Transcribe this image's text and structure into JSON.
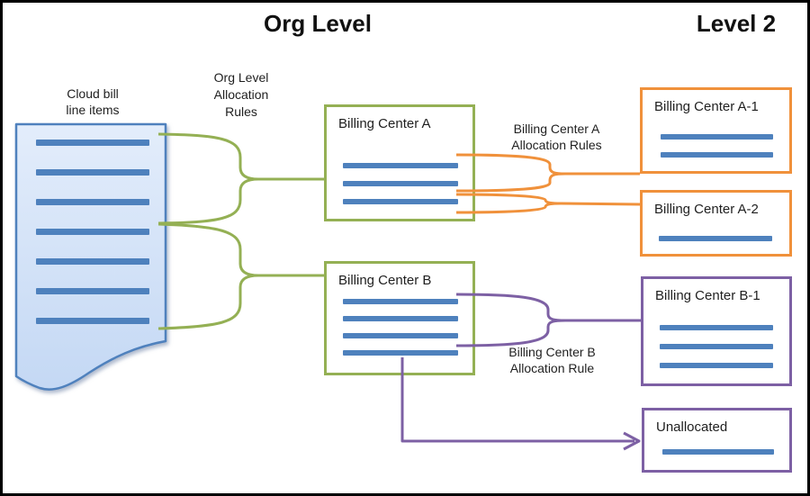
{
  "titles": {
    "org_level": "Org Level",
    "level_2": "Level 2"
  },
  "document": {
    "label": [
      "Cloud bill",
      "line items"
    ],
    "line_count": 7
  },
  "annotations": {
    "org_rules": [
      "Org Level",
      "Allocation",
      "Rules"
    ],
    "bc_a_rules": [
      "Billing Center A",
      "Allocation Rules"
    ],
    "bc_b_rule": [
      "Billing Center B",
      "Allocation Rule"
    ]
  },
  "boxes": {
    "bc_a": {
      "label": "Billing Center A",
      "line_count": 3
    },
    "bc_b": {
      "label": "Billing Center B",
      "line_count": 4
    },
    "bc_a1": {
      "label": "Billing Center A-1",
      "line_count": 2
    },
    "bc_a2": {
      "label": "Billing Center A-2",
      "line_count": 1
    },
    "bc_b1": {
      "label": "Billing Center B-1",
      "line_count": 3
    },
    "unallocated": {
      "label": "Unallocated",
      "line_count": 1
    }
  },
  "colors": {
    "green": "#94B054",
    "orange": "#F0913B",
    "purple": "#7D60A4",
    "bar_blue": "#4E81BD",
    "doc_border": "#4F81BD",
    "doc_fill_top": "#E3EDFB",
    "doc_fill_bottom": "#C4D8F4",
    "text": "#1F1F1F",
    "frame": "#000000"
  }
}
